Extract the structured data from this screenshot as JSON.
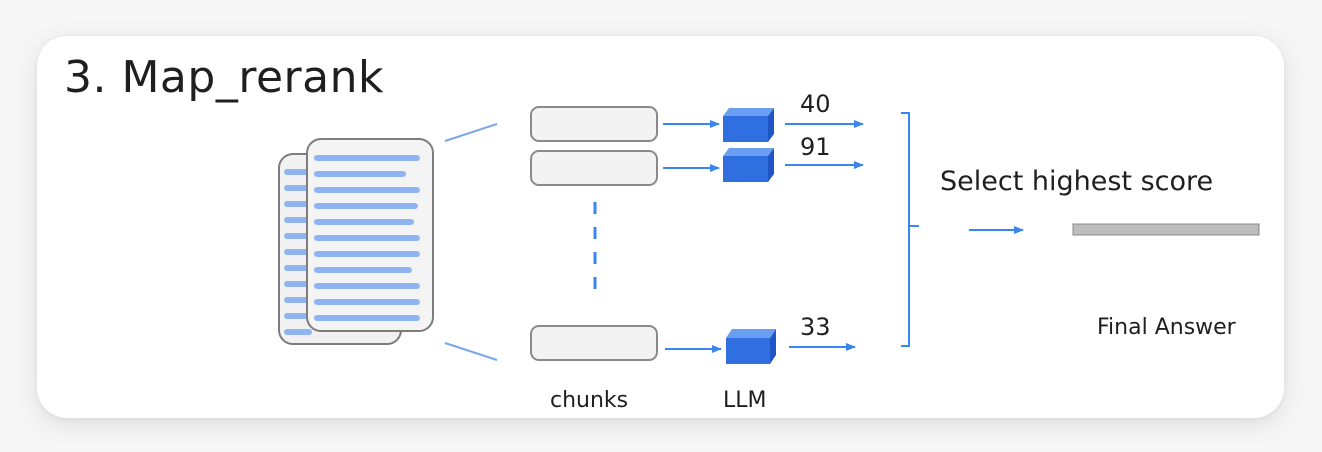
{
  "title": "3. Map_rerank",
  "scores": [
    "40",
    "91",
    "33"
  ],
  "labels": {
    "select": "Select highest score",
    "final_answer": "Final Answer",
    "chunks": "chunks",
    "llm": "LLM"
  },
  "colors": {
    "accent_blue": "#3a86f0",
    "cube_blue": "#2f6fe0",
    "doc_line": "#8fb4f3",
    "outline": "#7d7d7d",
    "answer_bar": "#bdbdbd"
  }
}
